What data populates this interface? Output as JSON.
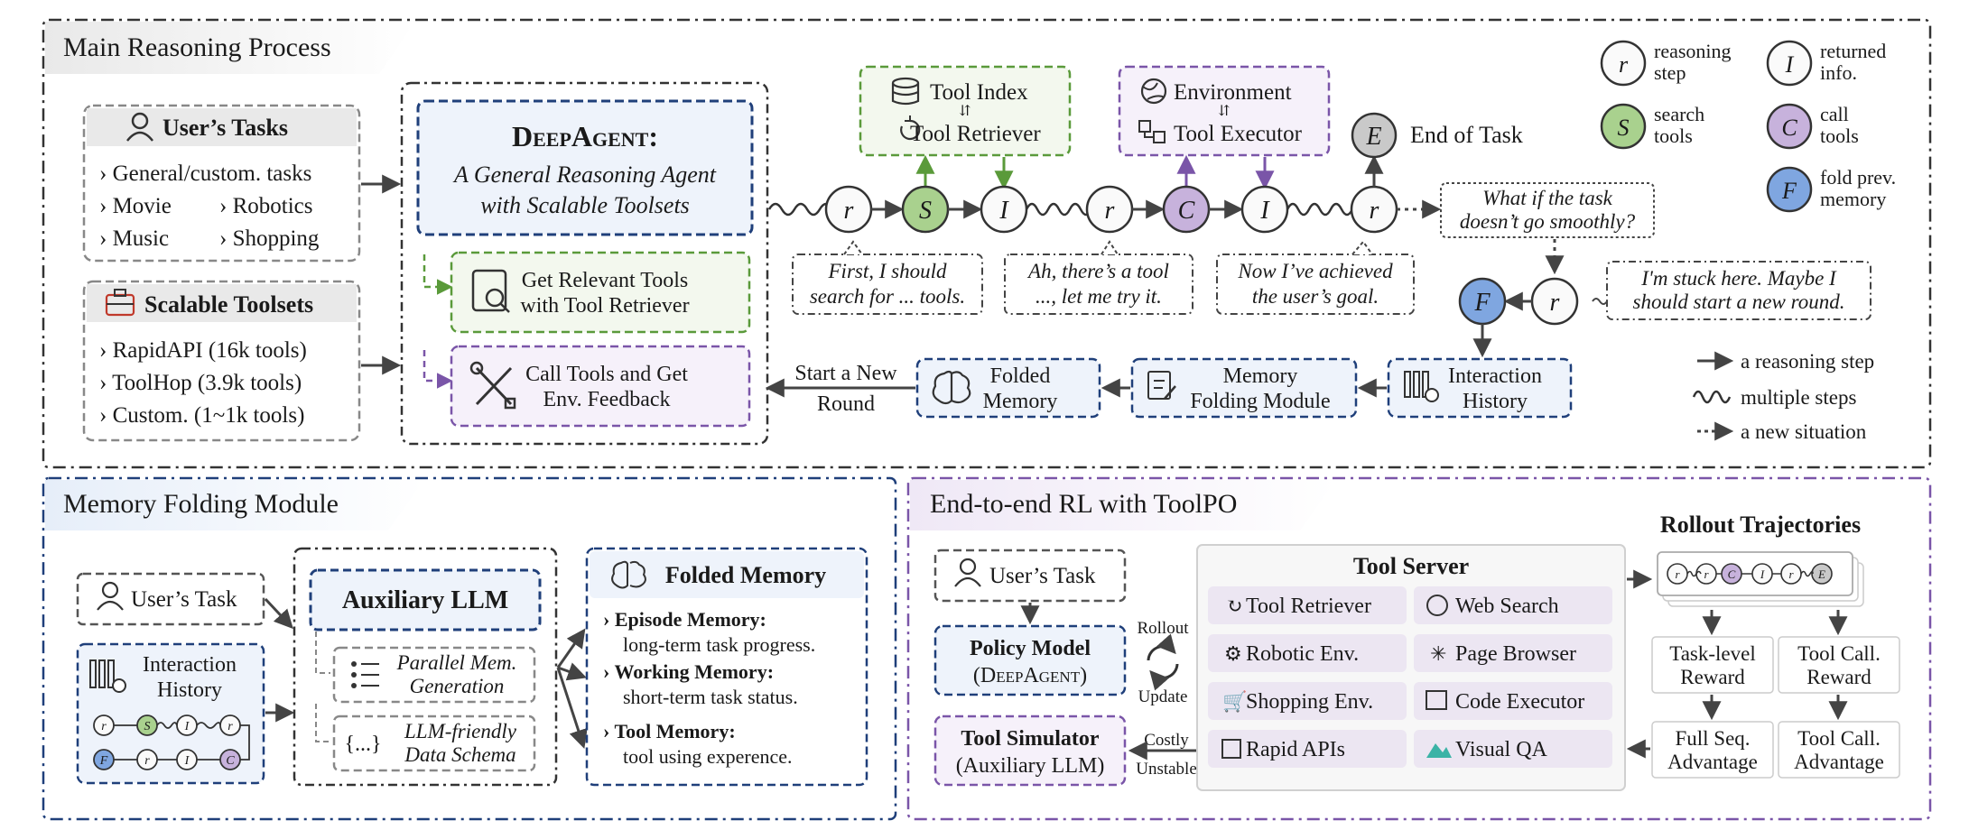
{
  "panels": {
    "main": "Main Reasoning Process",
    "memory": "Memory Folding Module",
    "rl": "End-to-end RL with ToolPO"
  },
  "user_tasks": {
    "title": "User’s Tasks",
    "items": [
      "General/custom. tasks",
      "Movie",
      "Robotics",
      "Music",
      "Shopping"
    ]
  },
  "toolsets": {
    "title": "Scalable Toolsets",
    "items": [
      "RapidAPI (16k tools)",
      "ToolHop (3.9k tools)",
      "Custom. (1~1k tools)"
    ]
  },
  "deepagent": {
    "title": "DeepAgent:",
    "subtitle_1": "A General Reasoning Agent",
    "subtitle_2": "with Scalable Toolsets",
    "get_tools_1": "Get Relevant Tools",
    "get_tools_2": "with Tool Retriever",
    "call_tools_1": "Call Tools and Get",
    "call_tools_2": "Env. Feedback"
  },
  "tool_index": {
    "line1": "Tool Index",
    "line2": "Tool Retriever"
  },
  "environment": {
    "line1": "Environment",
    "line2": "Tool Executor"
  },
  "end_of_task": "End of Task",
  "nodes": {
    "r": "r",
    "S": "S",
    "I": "I",
    "C": "C",
    "F": "F",
    "E": "E"
  },
  "thoughts": {
    "t1a": "First, I should",
    "t1b": "search for ... tools.",
    "t2a": "Ah, there’s a tool",
    "t2b": "..., let me try it.",
    "t3a": "Now I’ve achieved",
    "t3b": "the user’s goal.",
    "q1a": "What if the task",
    "q1b": "doesn’t go smoothly?",
    "s1a": "I'm stuck here. Maybe I",
    "s1b": "should start a new round."
  },
  "legend": {
    "r": [
      "reasoning",
      "step"
    ],
    "I": [
      "returned",
      "info."
    ],
    "S": [
      "search",
      "tools"
    ],
    "C": [
      "call",
      "tools"
    ],
    "F": [
      "fold prev.",
      "memory"
    ],
    "arrow": "a reasoning step",
    "wavy": "multiple steps",
    "dotted": "a new situation"
  },
  "flow": {
    "interaction": [
      "Interaction",
      "History"
    ],
    "mem_fold": [
      "Memory",
      "Folding Module"
    ],
    "folded": [
      "Folded",
      "Memory"
    ],
    "restart": [
      "Start a New",
      "Round"
    ]
  },
  "memory_module": {
    "user_task": "User’s Task",
    "history": [
      "Interaction",
      "History"
    ],
    "aux_llm": "Auxiliary LLM",
    "parallel": [
      "Parallel Mem.",
      "Generation"
    ],
    "schema": [
      "LLM-friendly",
      "Data Schema"
    ],
    "folded_title": "Folded Memory",
    "episode_t": "Episode Memory:",
    "episode_d": "long-term task progress.",
    "working_t": "Working Memory:",
    "working_d": "short-term task status.",
    "tool_t": "Tool Memory:",
    "tool_d": "tool using experence."
  },
  "rl": {
    "user_task": "User’s Task",
    "policy_1": "Policy Model",
    "policy_2": "(DeepAgent)",
    "rollout": "Rollout",
    "update": "Update",
    "simulator_1": "Tool Simulator",
    "simulator_2": "(Auxiliary LLM)",
    "costly": "Costly",
    "unstable": "Unstable",
    "server_title": "Tool Server",
    "tools": [
      "Tool Retriever",
      "Web Search",
      "Robotic Env.",
      "Page Browser",
      "Shopping Env.",
      "Code Executor",
      "Rapid APIs",
      "Visual QA"
    ],
    "rollout_title": "Rollout Trajectories",
    "task_reward": [
      "Task-level",
      "Reward"
    ],
    "tool_reward": [
      "Tool Call.",
      "Reward"
    ],
    "full_adv": [
      "Full Seq.",
      "Advantage"
    ],
    "tool_adv": [
      "Tool Call.",
      "Advantage"
    ]
  },
  "colors": {
    "green": "#a9d18e",
    "purple": "#c7b2dc",
    "blue": "#7fa6e0",
    "gray": "#c9c9c9",
    "navy": "#1f3f7a"
  }
}
